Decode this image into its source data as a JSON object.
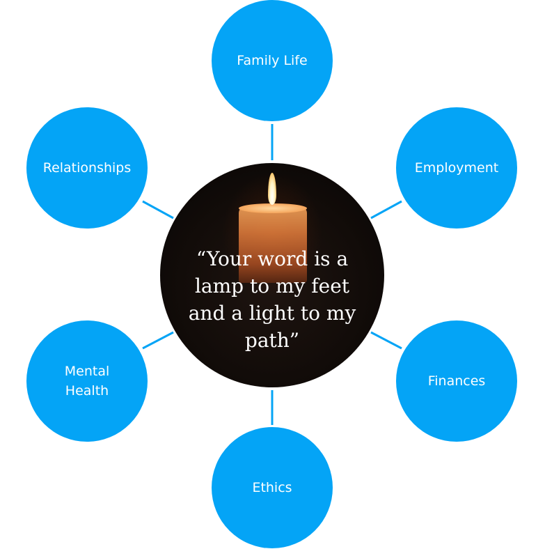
{
  "center": {
    "quote": "“Your word is a lamp to my feet and a light to my path”"
  },
  "nodes": {
    "family": [
      "Family Life"
    ],
    "relationships": [
      "Relationships"
    ],
    "employment": [
      "Employment"
    ],
    "mental_health": [
      "Mental",
      "Health"
    ],
    "finances": [
      "Finances"
    ],
    "ethics": [
      "Ethics"
    ]
  },
  "colors": {
    "node_fill": "#04a4f6",
    "connector": "#04a4f6",
    "text": "#ffffff"
  }
}
